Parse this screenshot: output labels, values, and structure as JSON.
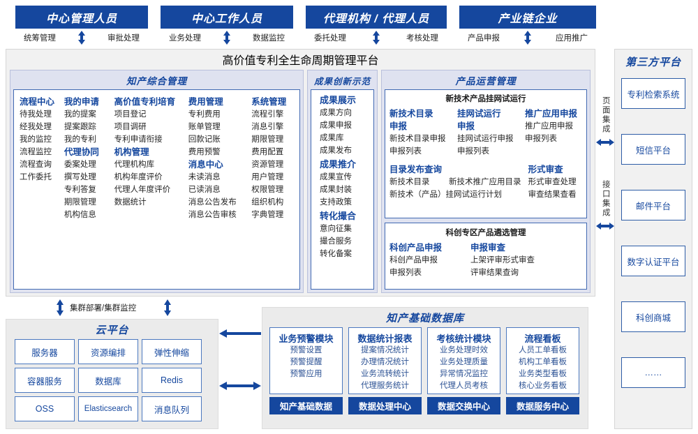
{
  "actors": [
    {
      "title": "中心管理人员",
      "left_flow": "统筹管理",
      "right_flow": "审批处理"
    },
    {
      "title": "中心工作人员",
      "left_flow": "业务处理",
      "right_flow": "数据监控"
    },
    {
      "title": "代理机构 / 代理人员",
      "left_flow": "委托处理",
      "right_flow": "考核处理"
    },
    {
      "title": "产业链企业",
      "left_flow": "产品申报",
      "right_flow": "应用推广"
    }
  ],
  "platform": {
    "title": "高价值专利全生命周期管理平台",
    "sections": [
      {
        "name": "知产综合管理"
      },
      {
        "name": "成果创新示范"
      },
      {
        "name": "产品运营管理"
      }
    ]
  },
  "ip_management": {
    "columns": [
      {
        "groups": [
          {
            "head": "流程中心",
            "items": [
              "待我处理",
              "经我处理",
              "我的监控",
              "流程监控",
              "流程查询",
              "工作委托"
            ]
          }
        ]
      },
      {
        "groups": [
          {
            "head": "我的申请",
            "items": [
              "我的提案",
              "提案跟踪",
              "我的专利"
            ]
          },
          {
            "head": "代理协同",
            "items": [
              "委案处理",
              "撰写处理",
              "专利答复",
              "期限管理",
              "机构信息"
            ]
          }
        ]
      },
      {
        "groups": [
          {
            "head": "高价值专利培育",
            "items": [
              "项目登记",
              "项目调研",
              "专利申请衔接"
            ]
          },
          {
            "head": "机构管理",
            "items": [
              "代理机构库",
              "机构年度评价",
              "代理人年度评价",
              "数据统计"
            ]
          }
        ]
      },
      {
        "groups": [
          {
            "head": "费用管理",
            "items": [
              "专利费用",
              "账单管理",
              "回款记账",
              "费用预警"
            ]
          },
          {
            "head": "消息中心",
            "items": [
              "未读消息",
              "已读消息",
              "消息公告发布",
              "消息公告审核"
            ]
          }
        ]
      },
      {
        "groups": [
          {
            "head": "系统管理",
            "items": [
              "流程引擎",
              "消息引擎",
              "期限管理",
              "费用配置",
              "资源管理",
              "用户管理",
              "权限管理",
              "组织机构",
              "字典管理"
            ]
          }
        ]
      }
    ]
  },
  "achievement": {
    "groups": [
      {
        "head": "成果展示",
        "items": [
          "成果方向",
          "成果申报",
          "成果库",
          "成果发布"
        ]
      },
      {
        "head": "成果推介",
        "items": [
          "成果宣传",
          "成果封装",
          "支持政策"
        ]
      },
      {
        "head": "转化撮合",
        "items": [
          "意向征集",
          "撮合服务",
          "转化备案"
        ]
      }
    ]
  },
  "product_ops": {
    "panel1": {
      "subtitle": "新技术产品挂网试运行",
      "row1": [
        {
          "head": "新技术目录申报",
          "items": [
            "新技术目录申报",
            "申报列表"
          ]
        },
        {
          "head": "挂网试运行申报",
          "items": [
            "挂网试运行申报",
            "申报列表"
          ]
        },
        {
          "head": "推广应用申报",
          "items": [
            "推广应用申报",
            "申报列表"
          ]
        }
      ],
      "row2": [
        {
          "head": "目录发布查询",
          "items": [
            "新技术目录",
            "新技术推广应用目录",
            "新技术（产品）挂网试运行计划"
          ]
        },
        {
          "head": "形式审查",
          "items": [
            "形式审查处理",
            "审查结果查看"
          ]
        }
      ]
    },
    "panel2": {
      "subtitle": "科创专区产品遴选管理",
      "groups": [
        {
          "head": "科创产品申报",
          "items": [
            "科创产品申报",
            "申报列表"
          ]
        },
        {
          "head": "申报审查",
          "items": [
            "上架评审形式审查",
            "评审结果查询"
          ]
        }
      ]
    }
  },
  "integration": {
    "page_integration": "页面集成",
    "api_integration": "接口集成"
  },
  "third_party": {
    "title": "第三方平台",
    "items": [
      "专利检索系统",
      "短信平台",
      "邮件平台",
      "数字认证平台",
      "科创商城",
      "……"
    ]
  },
  "cloud": {
    "connector_label": "集群部署/集群监控",
    "title": "云平台",
    "cells": [
      "服务器",
      "资源编排",
      "弹性伸缩",
      "容器服务",
      "数据库",
      "Redis",
      "OSS",
      "Elasticsearch",
      "消息队列"
    ]
  },
  "database": {
    "title": "知产基础数据库",
    "columns": [
      {
        "head": "业务预警模块",
        "items": [
          "预警设置",
          "预警提醒",
          "预警应用"
        ],
        "foot": "知产基础数据"
      },
      {
        "head": "数据统计报表",
        "items": [
          "提案情况统计",
          "办理情况统计",
          "业务流转统计",
          "代理服务统计"
        ],
        "foot": "数据处理中心"
      },
      {
        "head": "考核统计模块",
        "items": [
          "业务处理时效",
          "业务处理质量",
          "异常情况监控",
          "代理人员考核"
        ],
        "foot": "数据交换中心"
      },
      {
        "head": "流程看板",
        "items": [
          "人员工单看板",
          "机构工单看板",
          "业务类型看板",
          "核心业务看板"
        ],
        "foot": "数据服务中心"
      }
    ]
  },
  "colors": {
    "brand_blue": "#15479e",
    "band_bg": "#dfe2f0",
    "panel_border": "#4169b2",
    "shell_bg": "#f1f1f1"
  }
}
